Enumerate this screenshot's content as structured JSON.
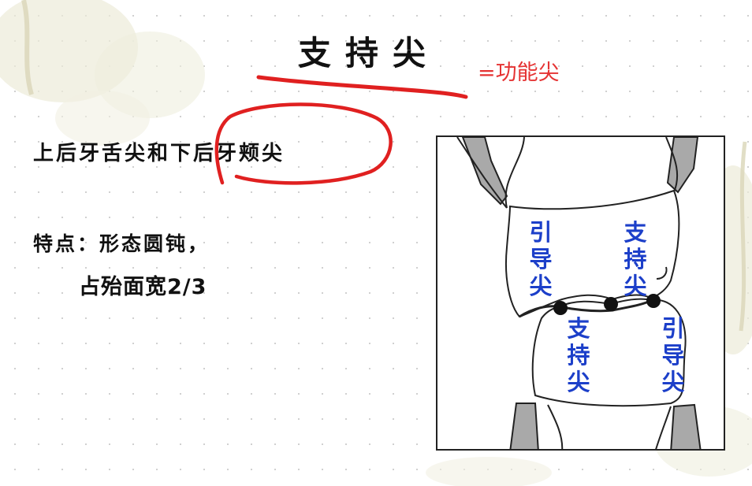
{
  "slide": {
    "title": "支持尖",
    "title_annotation": "=功能尖",
    "line1": "上后牙舌尖和下后牙颊尖",
    "line2": "特点：形态圆钝，",
    "line3": "占殆面宽2/3"
  },
  "figure": {
    "label_upper_left": "引导尖",
    "label_upper_right": "支持尖",
    "label_lower_left": "支持尖",
    "label_lower_right": "引导尖"
  },
  "colors": {
    "annotation_red": "#e53333",
    "label_blue": "#1c3fc9",
    "tooth_gray": "#a9a9a9"
  }
}
